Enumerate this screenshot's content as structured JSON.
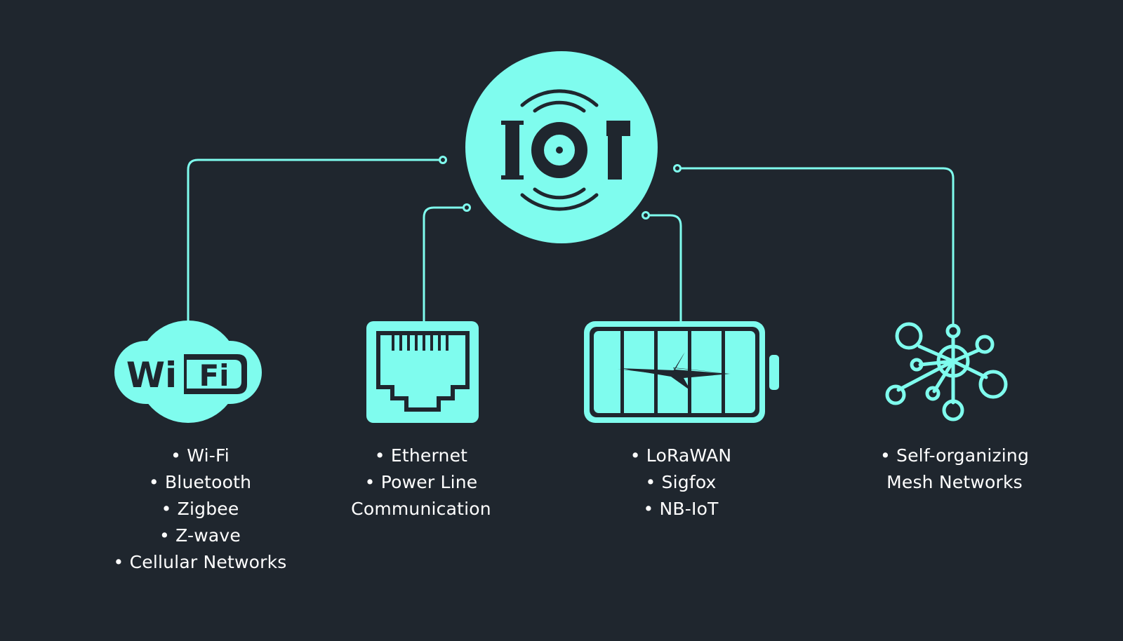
{
  "colors": {
    "background": "#1f262e",
    "accent": "#7ffcee",
    "text": "#ffffff"
  },
  "hub": {
    "icon": "iot-icon",
    "label": "IOT"
  },
  "groups": [
    {
      "icon": "wifi-icon",
      "icon_label": {
        "left": "Wi",
        "right": "Fi"
      },
      "items": [
        "• Wi-Fi",
        "• Bluetooth",
        "• Zigbee",
        "• Z-wave",
        "• Cellular Networks"
      ]
    },
    {
      "icon": "ethernet-port-icon",
      "items": [
        "• Ethernet",
        "• Power Line",
        "Communication"
      ]
    },
    {
      "icon": "battery-icon",
      "items": [
        "• LoRaWAN",
        "• Sigfox",
        "• NB-IoT"
      ]
    },
    {
      "icon": "mesh-network-icon",
      "items": [
        "• Self-organizing",
        "Mesh Networks"
      ]
    }
  ]
}
